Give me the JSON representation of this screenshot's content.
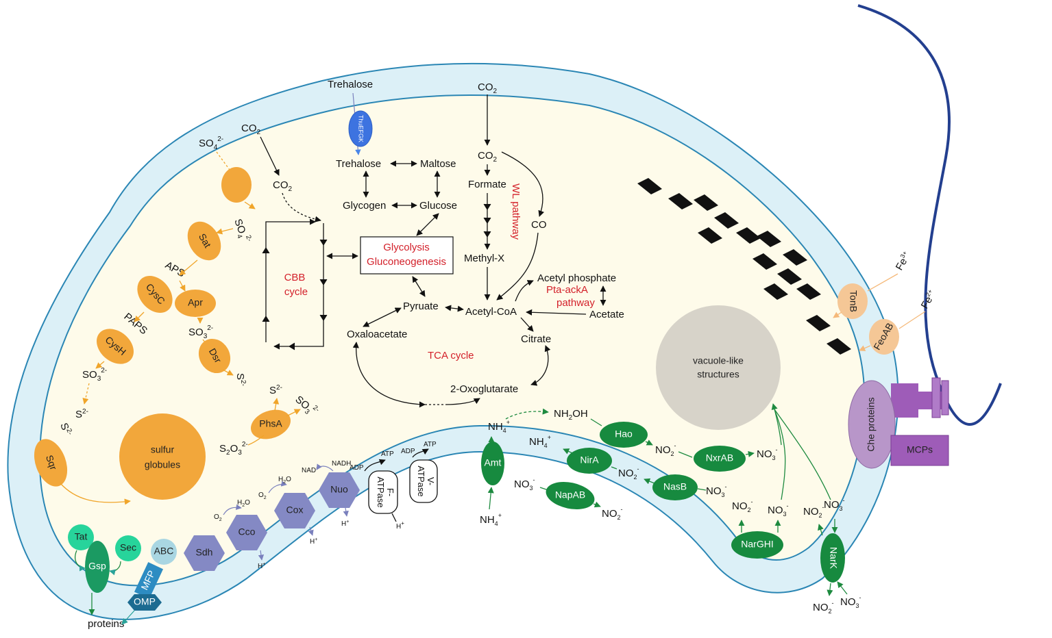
{
  "external": {
    "trehalose": "Trehalose",
    "co2_top": "CO",
    "co2_left": "CO",
    "so4": "SO",
    "fe3": "Fe",
    "fe2": "Fe",
    "proteins": "proteins",
    "nh4_bottom": "NH",
    "no2_bottom_left": "NO",
    "no3_bottom_right": "NO"
  },
  "sugars": {
    "trehalose": "Trehalose",
    "maltose": "Maltose",
    "glycogen": "Glycogen",
    "glucose": "Glucose",
    "transporter": "ThuEFGK"
  },
  "carbon": {
    "co2_inner": "CO",
    "co2_cbb": "CO",
    "formate": "Formate",
    "co": "CO",
    "methylx": "Methyl-X",
    "acetylcoa": "Acetyl-CoA",
    "pyruvate": "Pyruate",
    "acetylphosphate": "Acetyl phosphate",
    "acetate": "Acetate",
    "citrate": "Citrate",
    "oxaloacetate": "Oxaloacetate",
    "oxoglutarate": "2-Oxoglutarate",
    "glycolysis_box": [
      "Glycolysis",
      "Gluconeogenesis"
    ]
  },
  "pathways": {
    "cbb": [
      "CBB",
      "cycle"
    ],
    "wl": "WL pathway",
    "pta": [
      "Pta-ackA",
      "pathway"
    ],
    "tca": "TCA cycle"
  },
  "sulfur": {
    "so4_in": "SO",
    "aps": "APS",
    "paps": "PAPS",
    "so3_apr": "SO",
    "s2_dsr": "S",
    "so3_cysh": "SO",
    "s2_left": "S",
    "s2_sqr": "S",
    "s2o3": "S",
    "s2_phsa": "S",
    "so3_phsa": "SO",
    "enzymes": {
      "sat": "Sat",
      "cysc": "CysC",
      "apr": "Apr",
      "cysh": "CysH",
      "dsr": "Dsr",
      "sqr": "Sqr",
      "phsa": "PhsA"
    },
    "globules": [
      "sulfur",
      "globules"
    ]
  },
  "respiration": {
    "sdh": "Sdh",
    "cco": "Cco",
    "cox": "Cox",
    "nuo": "Nuo",
    "f_atpase": [
      "F-",
      "ATPase"
    ],
    "v_atpase": [
      "V-",
      "ATPase"
    ],
    "o2": "O",
    "h2o": "H",
    "nad": "NAD",
    "nadh": "NADH",
    "adp": "ADP",
    "atp": "ATP",
    "hplus": "H"
  },
  "secretion": {
    "tat": "Tat",
    "sec": "Sec",
    "gsp": "Gsp",
    "abc": "ABC",
    "mfp": "MFP",
    "omp": "OMP"
  },
  "nitrogen": {
    "amt": "Amt",
    "hao": "Hao",
    "nxrab": "NxrAB",
    "nira": "NirA",
    "nasb": "NasB",
    "napab": "NapAB",
    "narghi": "NarGHI",
    "nark": "NarK",
    "nh2oh": "NH",
    "nh4": "NH",
    "no2": "NO",
    "no3": "NO"
  },
  "other": {
    "tonb": "TonB",
    "feoab": "FeoAB",
    "vacuole": [
      "vacuole-like",
      "structures"
    ],
    "che": "Che proteins",
    "mcps": "MCPs"
  },
  "colors": {
    "membrane_fill": "#dcf0f7",
    "membrane_stroke": "#2a86b4",
    "cytoplasm": "#fefbea",
    "sulfur_enzyme": "#f2a73b",
    "nitrogen_enzyme": "#178a3f",
    "respiratory": "#8489c4",
    "che": "#b896c9",
    "tonb": "#f5c796",
    "vacuole": "#d7d3c9",
    "flagellum": "#233f8f",
    "pathway_label": "#d3202a"
  }
}
